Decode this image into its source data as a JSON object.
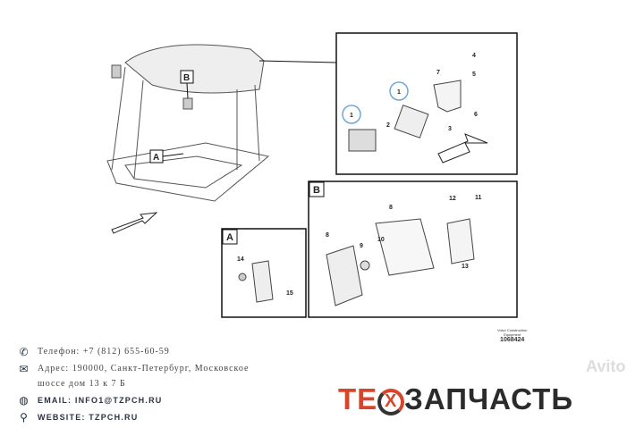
{
  "diagram": {
    "main_labels": [
      "A",
      "B"
    ],
    "inset_top": {
      "callouts": [
        "4",
        "5",
        "7",
        "1",
        "1",
        "2",
        "6",
        "3"
      ]
    },
    "inset_b": {
      "title": "B",
      "callouts": [
        "12",
        "11",
        "8",
        "8",
        "9",
        "10",
        "13"
      ]
    },
    "inset_a": {
      "title": "A",
      "callouts": [
        "14",
        "15"
      ]
    },
    "caption_line1": "Volvo Construction",
    "caption_line2": "Equipment",
    "drawing_number": "1068424"
  },
  "contacts": {
    "phone": "Телефон: +7 (812) 655-60-59",
    "address_line1": "Адрес: 190000, Санкт-Петербург, Московское",
    "address_line2": "шоссе дом 13 к 7 Б",
    "email": "EMAIL: INFO1@TZPCH.RU",
    "website": "WEBSITE: TZPCH.RU"
  },
  "logo": {
    "text_accent": "ТЕ",
    "x": "X",
    "text_rest": "ЗАПЧАСТЬ",
    "watermark": "Avito",
    "accent_color": "#d9452a"
  }
}
